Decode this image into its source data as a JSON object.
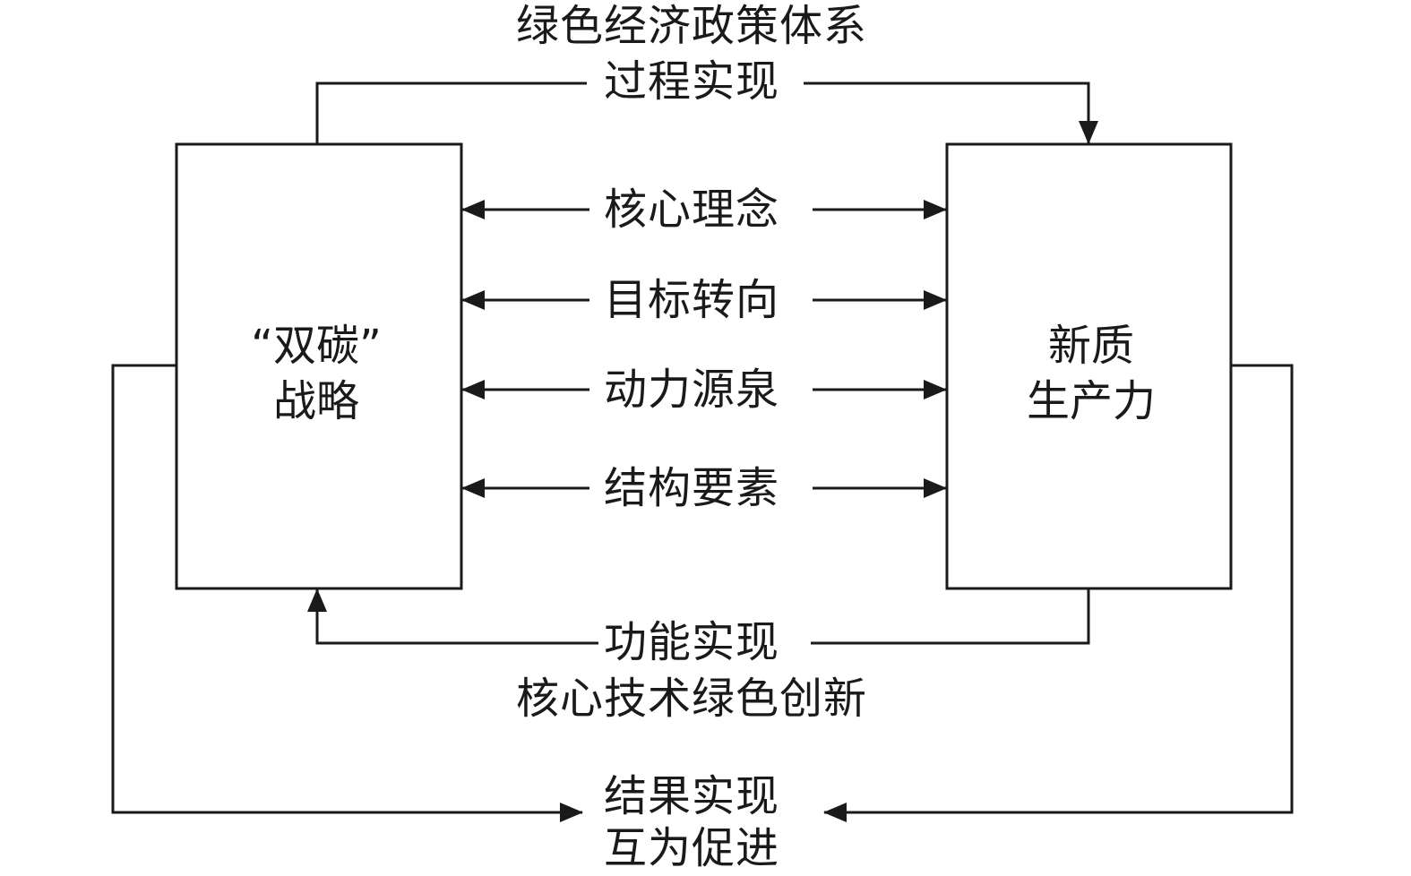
{
  "boxes": {
    "left": {
      "line1": "“双碳”",
      "line2": "战略"
    },
    "right": {
      "line1": "新质",
      "line2": "生产力"
    }
  },
  "top": {
    "line1": "绿色经济政策体系",
    "line2": "过程实现"
  },
  "middle": [
    "核心理念",
    "目标转向",
    "动力源泉",
    "结构要素"
  ],
  "lower": {
    "line1": "功能实现",
    "line2": "核心技术绿色创新"
  },
  "bottom": {
    "line1": "结果实现",
    "line2": "互为促进"
  },
  "colors": {
    "line": "#1a1a1a",
    "background": "#ffffff"
  }
}
